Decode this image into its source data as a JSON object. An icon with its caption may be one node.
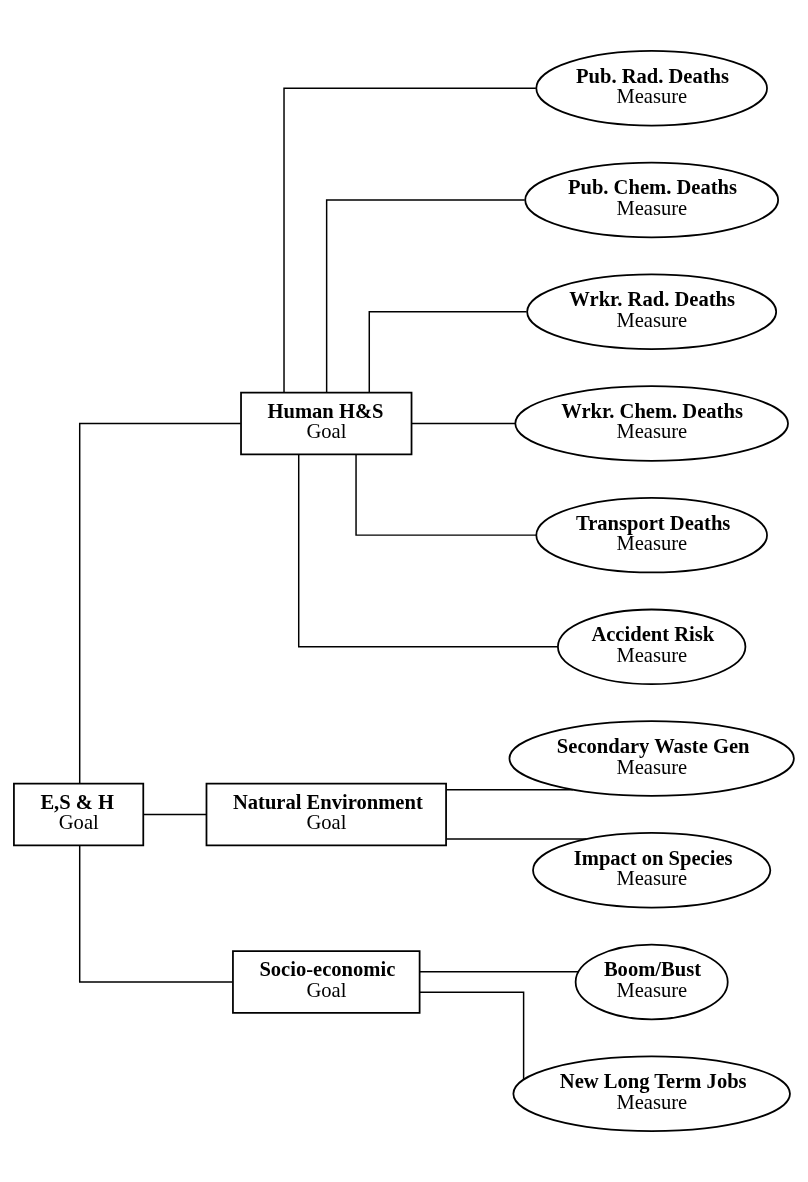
{
  "diagram": {
    "nodes": [
      {
        "text": [
          "E,S & H",
          "Goal"
        ]
      },
      {
        "text": [
          "Human H&S",
          "Goal"
        ]
      },
      {
        "text": [
          "Pub. Rad. Deaths",
          "Measure"
        ]
      },
      {
        "text": [
          "Pub. Chem. Deaths",
          "Measure"
        ]
      },
      {
        "text": [
          "Wrkr. Rad. Deaths",
          "Measure"
        ]
      },
      {
        "text": [
          "Wrkr. Chem. Deaths",
          "Measure"
        ]
      },
      {
        "text": [
          "Transport Deaths",
          "Measure"
        ]
      },
      {
        "text": [
          "Accident Risk",
          "Measure"
        ]
      },
      {
        "text": [
          "Natural Environment",
          "Goal"
        ]
      },
      {
        "text": [
          "Secondary Waste Gen",
          "Measure"
        ]
      },
      {
        "text": [
          "Impact on Species",
          "Measure"
        ]
      },
      {
        "text": [
          "Socio-economic",
          "Goal"
        ]
      },
      {
        "text": [
          "Boom/Bust",
          "Measure"
        ]
      },
      {
        "text": [
          "New Long Term Jobs",
          "Measure"
        ]
      }
    ],
    "edges": [
      {
        "from": 0,
        "to": 1,
        "arrow": "none"
      },
      {
        "from": 1,
        "to": 2,
        "arrow": "none"
      },
      {
        "from": 1,
        "to": 3,
        "arrow": "none"
      },
      {
        "from": 1,
        "to": 4,
        "arrow": "none"
      },
      {
        "from": 1,
        "to": 5,
        "arrow": "none"
      },
      {
        "from": 1,
        "to": 6,
        "arrow": "none"
      },
      {
        "from": 1,
        "to": 7,
        "arrow": "none"
      },
      {
        "from": 0,
        "to": 8,
        "arrow": "none"
      },
      {
        "from": 8,
        "to": 9,
        "arrow": "none"
      },
      {
        "from": 8,
        "to": 10,
        "arrow": "none"
      },
      {
        "from": 0,
        "to": 11,
        "arrow": "none"
      },
      {
        "from": 11,
        "to": 12,
        "arrow": "none"
      },
      {
        "from": 11,
        "to": 13,
        "arrow": "none"
      }
    ]
  }
}
